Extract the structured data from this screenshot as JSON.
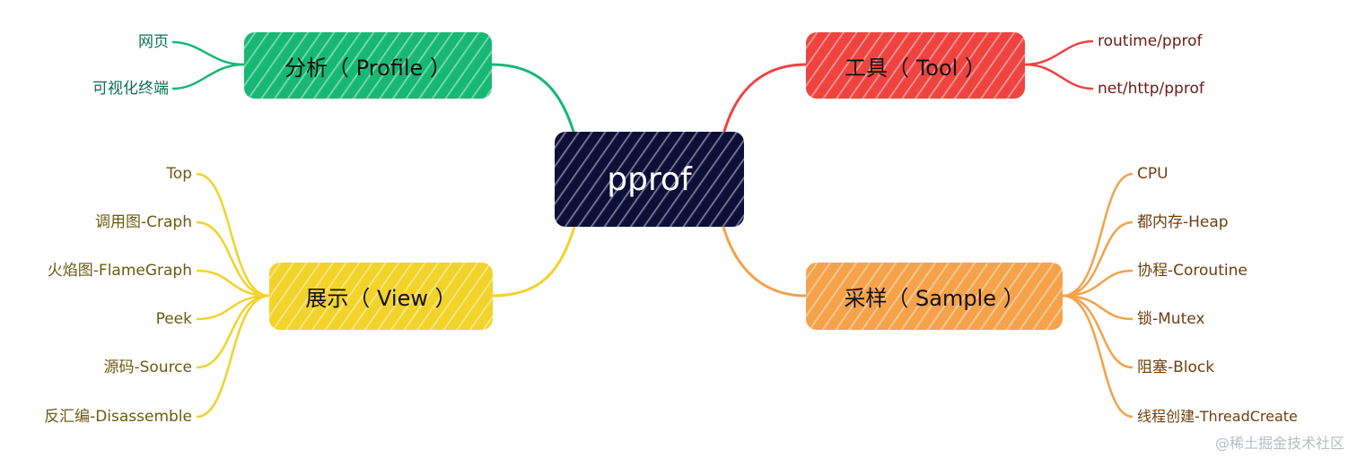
{
  "center": {
    "label": "pprof"
  },
  "branches": {
    "profile": {
      "label": "分析（ Profile ）",
      "color": "#16b873",
      "text_color": "#0f6d52",
      "leaves": [
        "网页",
        "可视化终端"
      ]
    },
    "tool": {
      "label": "工具（ Tool ）",
      "color": "#ef4340",
      "text_color": "#6b1b15",
      "leaves": [
        "routime/pprof",
        "net/http/pprof"
      ]
    },
    "view": {
      "label": "展示（ View ）",
      "color": "#f1d32a",
      "text_color": "#6b5a12",
      "leaves": [
        "Top",
        "调用图-Craph",
        "火焰图-FlameGraph",
        "Peek",
        "源码-Source",
        "反汇编-Disassemble"
      ]
    },
    "sample": {
      "label": "采样（ Sample ）",
      "color": "#f5a24a",
      "text_color": "#6e3f10",
      "leaves": [
        "CPU",
        "都内存-Heap",
        "协程-Coroutine",
        "锁-Mutex",
        "阻塞-Block",
        "线程创建-ThreadCreate"
      ]
    }
  },
  "watermark": "@稀土掘金技术社区"
}
